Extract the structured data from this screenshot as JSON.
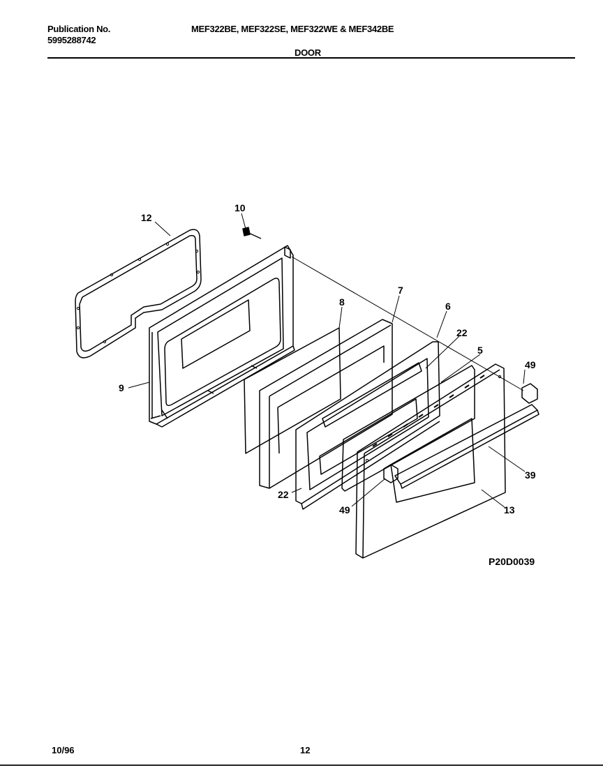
{
  "header": {
    "publication_label": "Publication No.",
    "publication_number": "5995288742",
    "models": "MEF322BE, MEF322SE, MEF322WE & MEF342BE",
    "section": "DOOR"
  },
  "diagram": {
    "callouts": {
      "c12": "12",
      "c10": "10",
      "c8": "8",
      "c7": "7",
      "c6": "6",
      "c22a": "22",
      "c5": "5",
      "c49a": "49",
      "c9": "9",
      "c39": "39",
      "c22b": "22",
      "c49b": "49",
      "c13": "13"
    },
    "figure_code": "P20D0039"
  },
  "footer": {
    "date": "10/96",
    "page": "12"
  }
}
